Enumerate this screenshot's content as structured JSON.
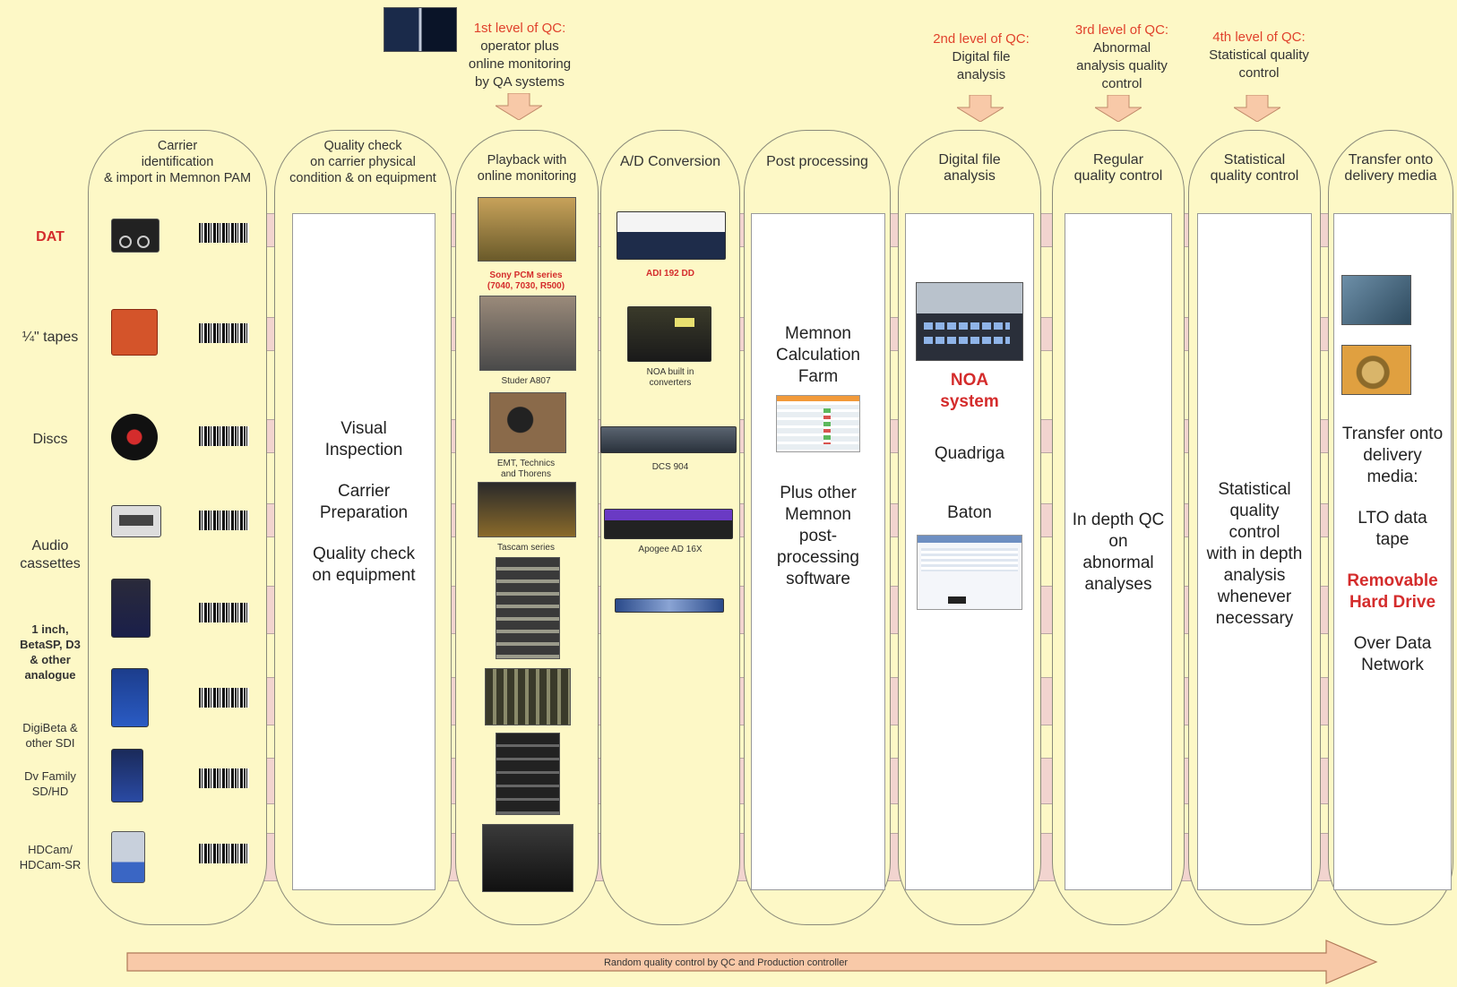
{
  "qc_levels": [
    {
      "level": "1st level of QC:",
      "text": [
        "operator plus",
        "online monitoring",
        "by QA systems"
      ]
    },
    {
      "level": "2nd level of QC:",
      "text": [
        "Digital file",
        "analysis"
      ]
    },
    {
      "level": "3rd level of QC:",
      "text": [
        "Abnormal",
        "analysis quality",
        "control"
      ]
    },
    {
      "level": "4th level of QC:",
      "text": [
        "Statistical quality",
        "control"
      ]
    }
  ],
  "columns": [
    {
      "title": [
        "Carrier",
        "identification",
        "& import in Memnon PAM"
      ]
    },
    {
      "title": [
        "Quality check",
        "on carrier physical",
        "condition & on equipment"
      ]
    },
    {
      "title": [
        "Playback with",
        "online monitoring"
      ]
    },
    {
      "title": [
        "A/D Conversion"
      ]
    },
    {
      "title": [
        "Post processing"
      ]
    },
    {
      "title": [
        "Digital file",
        "analysis"
      ]
    },
    {
      "title": [
        "Regular",
        "quality control"
      ]
    },
    {
      "title": [
        "Statistical",
        "quality control"
      ]
    },
    {
      "title": [
        "Transfer onto",
        "delivery media"
      ]
    }
  ],
  "rows": [
    {
      "label": "DAT",
      "style": "red"
    },
    {
      "label": "¼\" tapes",
      "style": "normal"
    },
    {
      "label": "Discs",
      "style": "normal"
    },
    {
      "label": "Audio\ncassettes",
      "style": "normal"
    },
    {
      "label": "1 inch,\nBetaSP, D3\n& other\nanalogue",
      "style": "mixed"
    },
    {
      "label": "DigiBeta &\nother SDI",
      "style": "mixed"
    },
    {
      "label": "Dv Family\nSD/HD",
      "style": "normal"
    },
    {
      "label": "HDCam/\nHDCam-SR",
      "style": "normal"
    }
  ],
  "quality_panel": [
    "Visual",
    "Inspection",
    "Carrier",
    "Preparation",
    "Quality check",
    "on equipment"
  ],
  "playback_captions": {
    "sony": "Sony PCM series\n(7040, 7030, R500)",
    "studer": "Studer A807",
    "emt": "EMT, Technics\nand Thorens",
    "tascam": "Tascam series"
  },
  "ad_captions": {
    "adi": "ADI 192 DD",
    "noa": "NOA built in\nconverters",
    "dcs": "DCS 904",
    "apogee": "Apogee AD 16X"
  },
  "post_panel": {
    "farm": [
      "Memnon",
      "Calculation",
      "Farm"
    ],
    "other": [
      "Plus other",
      "Memnon",
      "post-",
      "processing",
      "software"
    ]
  },
  "analysis_panel": {
    "noa": [
      "NOA",
      "system"
    ],
    "quadriga": "Quadriga",
    "baton": "Baton"
  },
  "regular_panel": [
    "In depth QC",
    "on",
    "abnormal",
    "analyses"
  ],
  "statistical_panel": [
    "Statistical",
    "quality",
    "control",
    "with in depth",
    "analysis",
    "whenever",
    "necessary"
  ],
  "transfer_panel": {
    "intro": [
      "Transfer onto",
      "delivery",
      "media:"
    ],
    "lto": [
      "LTO data",
      "tape"
    ],
    "hdd": [
      "Removable",
      "Hard Drive"
    ],
    "network": [
      "Over Data",
      "Network"
    ]
  },
  "bottom_arrow": "Random quality control by QC and Production controller",
  "colors": {
    "background": "#fdf8c6",
    "band": "#f2d4cf",
    "accent_red": "#d42c2c",
    "arrow": "#f8c9a8"
  }
}
